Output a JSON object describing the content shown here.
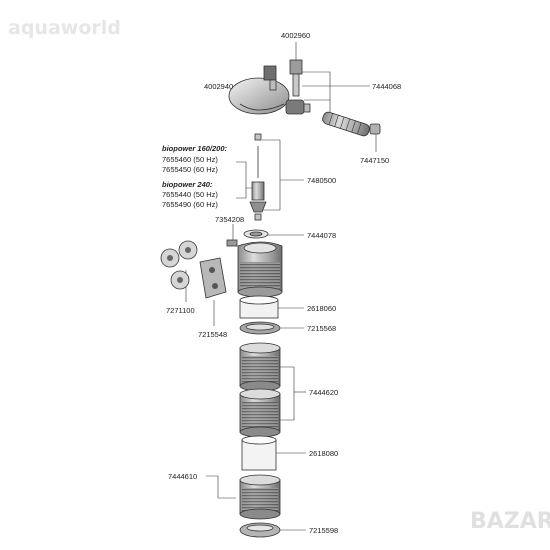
{
  "watermark": {
    "text": "aquaworld",
    "corner_logo": "BAZAR"
  },
  "labels": {
    "p4002960": "4002960",
    "p4002940": "4002940",
    "p7444068": "7444068",
    "p7447150": "7447150",
    "bp_heading_1": "biopower 160/200:",
    "bp_7655460": "7655460 (50 Hz)",
    "bp_7655450": "7655450 (60 Hz)",
    "bp_heading_2": "biopower 240:",
    "bp_7655440": "7655440 (50 Hz)",
    "bp_7655490": "7655490 (60 Hz)",
    "p7480500": "7480500",
    "p7354208": "7354208",
    "p7444078": "7444078",
    "p7271100": "7271100",
    "p7215548": "7215548",
    "p2618060": "2618060",
    "p7215568": "7215568",
    "p7444620": "7444620",
    "p2618080": "2618080",
    "p7444610": "7444610",
    "p7215598": "7215598"
  },
  "colors": {
    "line": "#333333",
    "part_fill": "#bdbdbd",
    "part_dark": "#6f6f6f",
    "watermark": "#e6e6e6"
  }
}
